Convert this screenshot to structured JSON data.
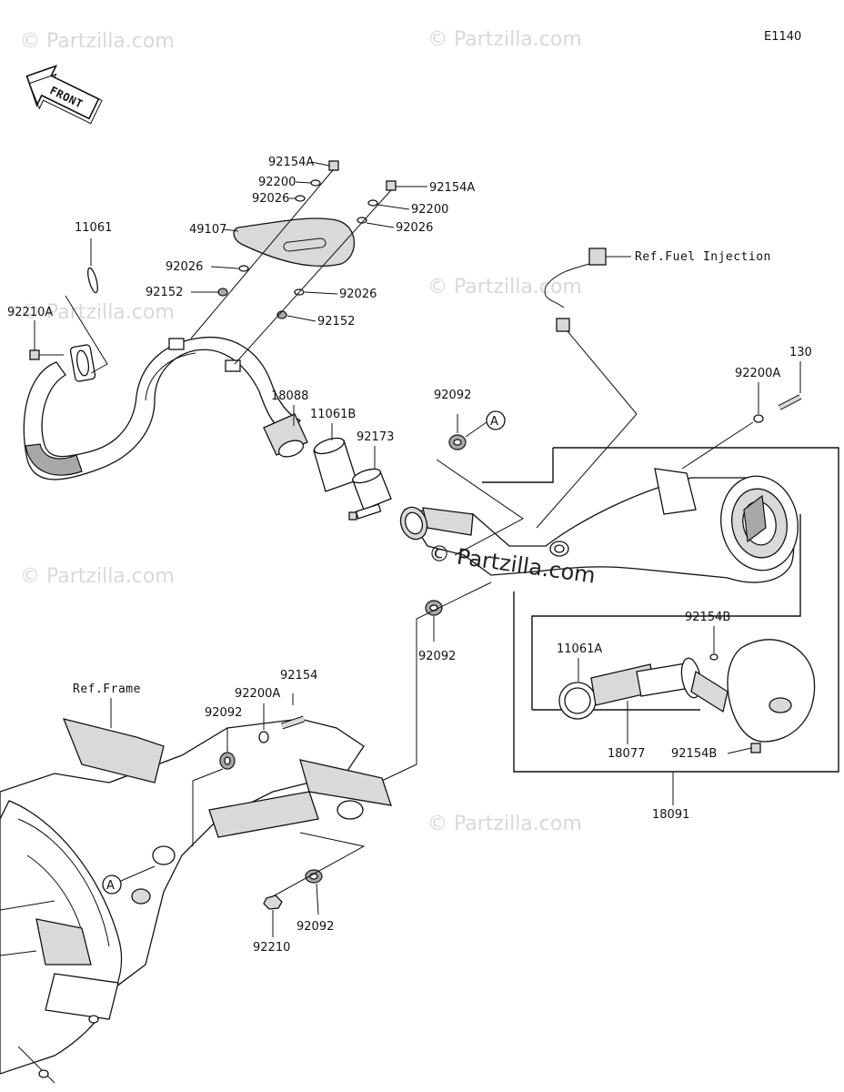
{
  "diagram_id": "E1140",
  "front_label": "FRONT",
  "watermark": "© Partzilla.com",
  "center_watermark": "© Partzilla.com",
  "references": {
    "fuel_injection": "Ref.Fuel Injection",
    "frame": "Ref.Frame"
  },
  "callouts": {
    "p92154A_top": "92154A",
    "p92200_top": "92200",
    "p92026_top": "92026",
    "p49107": "49107",
    "p92154A_right": "92154A",
    "p92200_right": "92200",
    "p92026_right": "92026",
    "p11061": "11061",
    "p92026_left": "92026",
    "p92152_left": "92152",
    "p92026_mid": "92026",
    "p92152_mid": "92152",
    "p92210A": "92210A",
    "p18088": "18088",
    "p11061B": "11061B",
    "p92173": "92173",
    "p92092_top": "92092",
    "markerA_top": "A",
    "p130": "130",
    "p92200A_right": "92200A",
    "p92092_mid": "92092",
    "p92154B_top": "92154B",
    "p11061A": "11061A",
    "p18077": "18077",
    "p92154B_bottom": "92154B",
    "p18091": "18091",
    "p92154_bottom": "92154",
    "p92200A_bottom": "92200A",
    "p92092_left": "92092",
    "markerA_bottom": "A",
    "p92092_bottom": "92092",
    "p92210": "92210"
  }
}
